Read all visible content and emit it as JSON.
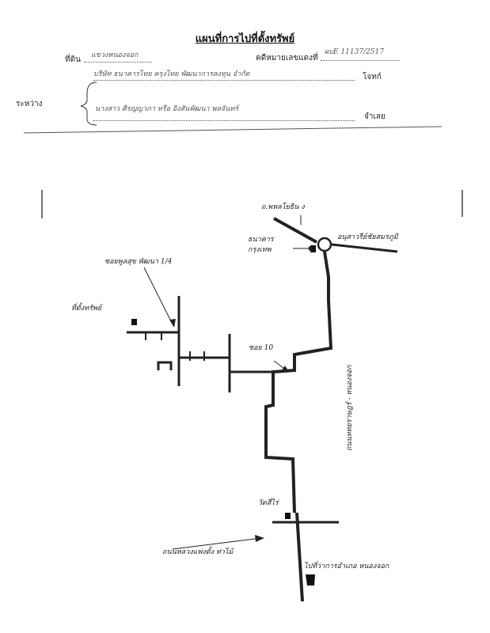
{
  "header": {
    "title": "แผนที่การไปที่ตั้งทรัพย์",
    "deed_label": "ที่ดิน",
    "deed_value": "แขวงหนองจอก",
    "contract_label": "คดีหมายเลขแดงที่",
    "contract_value": "ผบE 11137/2517",
    "between_label": "ระหว่าง",
    "plaintiff_label": "โจทก์",
    "plaintiff_value": "บริษัท ธนาคารไทย ครุงไทย พัฒนาการลงทุน จำกัด",
    "defendant_label": "จำเลย",
    "defendant_value": "นางสาว ศิรญญาภา หรือ อิงสันพัฒนา พลจันทร์"
  },
  "map_labels": {
    "road_top": "ถ.พหลโยธิน ง",
    "roundabout": "อนุสาวรีย์ชัยสมรภูมิ",
    "bangkok": "กรุงเทพ",
    "bank": "ธนาคาร",
    "soi_14": "ซอยพูลสุข พัฒนา 1/4",
    "target_house": "ที่ตั้งทรัพย์",
    "soi_10": "ซอย 10",
    "main_road_vertical": "ถนนหทยราษฎร์ - หนองจอก",
    "temple": "วัดสี่ไร่",
    "road_bottom_left": "ถนนหลวงแพ่งตั้ง ท่าไม้",
    "district_office": "ไปที่ว่าการอำเภอ หนองจอก"
  }
}
